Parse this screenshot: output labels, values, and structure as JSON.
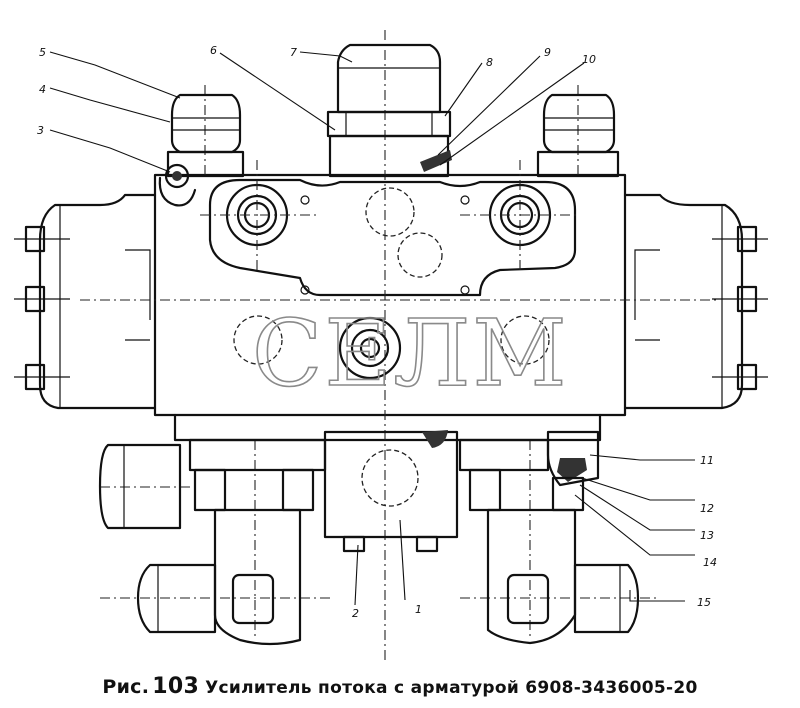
{
  "caption": {
    "prefix": "Рис.",
    "number": "103",
    "text": "Усилитель потока с арматурой 6908-3436005-20"
  },
  "watermark": "СЕЛМ",
  "callouts": [
    "1",
    "2",
    "3",
    "4",
    "5",
    "6",
    "7",
    "8",
    "9",
    "10",
    "11",
    "12",
    "13",
    "14",
    "15"
  ]
}
